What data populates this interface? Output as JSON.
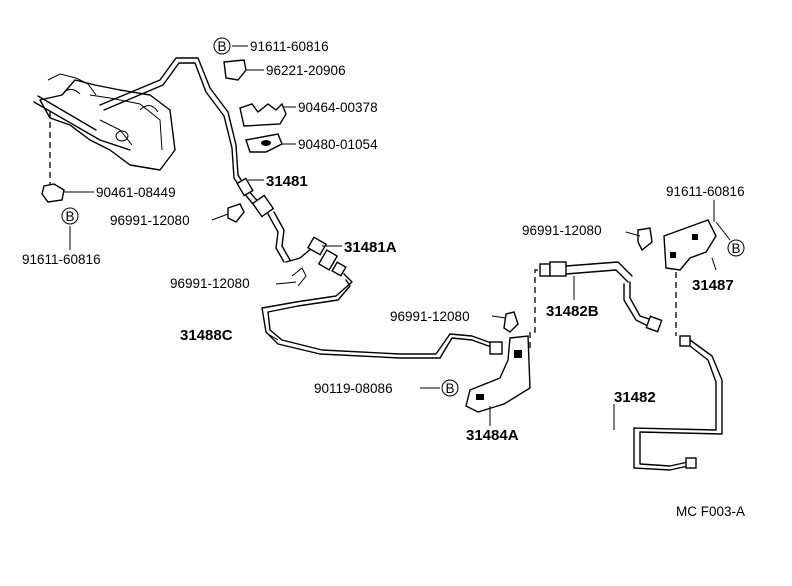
{
  "diagram": {
    "code": "MC F003-A",
    "bolt_marker": "B",
    "labels": {
      "p91611_60816_top": "91611-60816",
      "p96221_20906": "96221-20906",
      "p90464_00378": "90464-00378",
      "p90480_01054": "90480-01054",
      "p31481": "31481",
      "p90461_08449": "90461-08449",
      "p96991_12080_a": "96991-12080",
      "p91611_60816_left": "91611-60816",
      "p31481A": "31481A",
      "p96991_12080_b": "96991-12080",
      "p31488C": "31488C",
      "p96991_12080_c": "96991-12080",
      "p90119_08086": "90119-08086",
      "p31484A": "31484A",
      "p96991_12080_d": "96991-12080",
      "p31482B": "31482B",
      "p91611_60816_right": "91611-60816",
      "p31487": "31487",
      "p31482": "31482"
    }
  }
}
